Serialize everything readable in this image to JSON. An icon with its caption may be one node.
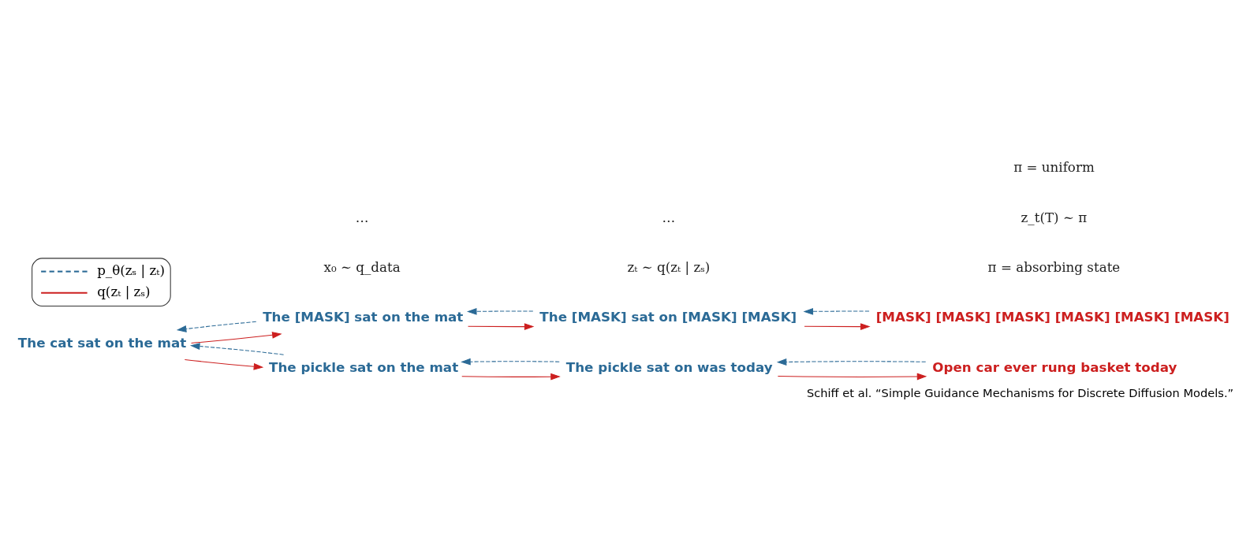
{
  "diagram": {
    "caption": "Schiff et al. “Simple Guidance Mechanisms for Discrete Diffusion Models.”",
    "nodes": [
      {
        "text": [
          "The cat sat on the mat"
        ]
      },
      {
        "text": [
          "The [MASK] sat on the mat"
        ]
      },
      {
        "text": [
          "The [MASK] sat on [MASK] [MASK]"
        ]
      },
      {
        "text": [
          "[MASK] [MASK] [MASK] [MASK] [MASK] [MASK]"
        ]
      },
      {
        "text": [
          "The pickle sat on the mat"
        ]
      },
      {
        "text": [
          "The pickle sat on was today"
        ]
      },
      {
        "text": [
          "Open car ever rung basket today"
        ]
      }
    ],
    "edges": [
      {
        "from": 1,
        "to": 0,
        "arrow": "to",
        "style": "dashed",
        "color": "#2b6a96"
      },
      {
        "from": 0,
        "to": 1,
        "arrow": "to",
        "color": "#cc1f1f"
      },
      {
        "from": 4,
        "to": 0,
        "arrow": "to",
        "style": "dashed",
        "color": "#2b6a96"
      },
      {
        "from": 0,
        "to": 4,
        "arrow": "to",
        "color": "#cc1f1f"
      },
      {
        "from": 2,
        "to": 1,
        "arrow": "to",
        "style": "dashed",
        "color": "#2b6a96"
      },
      {
        "from": 1,
        "to": 2,
        "arrow": "to",
        "color": "#cc1f1f"
      },
      {
        "from": 3,
        "to": 2,
        "arrow": "to",
        "style": "dashed",
        "color": "#2b6a96"
      },
      {
        "from": 2,
        "to": 3,
        "arrow": "to",
        "color": "#cc1f1f"
      },
      {
        "from": 5,
        "to": 4,
        "arrow": "to",
        "style": "dashed",
        "color": "#2b6a96"
      },
      {
        "from": 4,
        "to": 5,
        "arrow": "to",
        "color": "#cc1f1f"
      },
      {
        "from": 6,
        "to": 5,
        "arrow": "to",
        "style": "dashed",
        "color": "#2b6a96"
      },
      {
        "from": 5,
        "to": 6,
        "arrow": "to",
        "color": "#cc1f1f"
      }
    ],
    "labels": [
      "π = absorbing state",
      "x₀ ∼ q_data",
      "…",
      "zₜ ∼ q(zₜ | zₛ)",
      "…",
      "z_t(T) ∼ π",
      "π = uniform"
    ],
    "legend": [
      {
        "text": "p_θ(zₛ | zₜ)"
      },
      {
        "text": "q(zₜ | zₛ)"
      }
    ]
  }
}
